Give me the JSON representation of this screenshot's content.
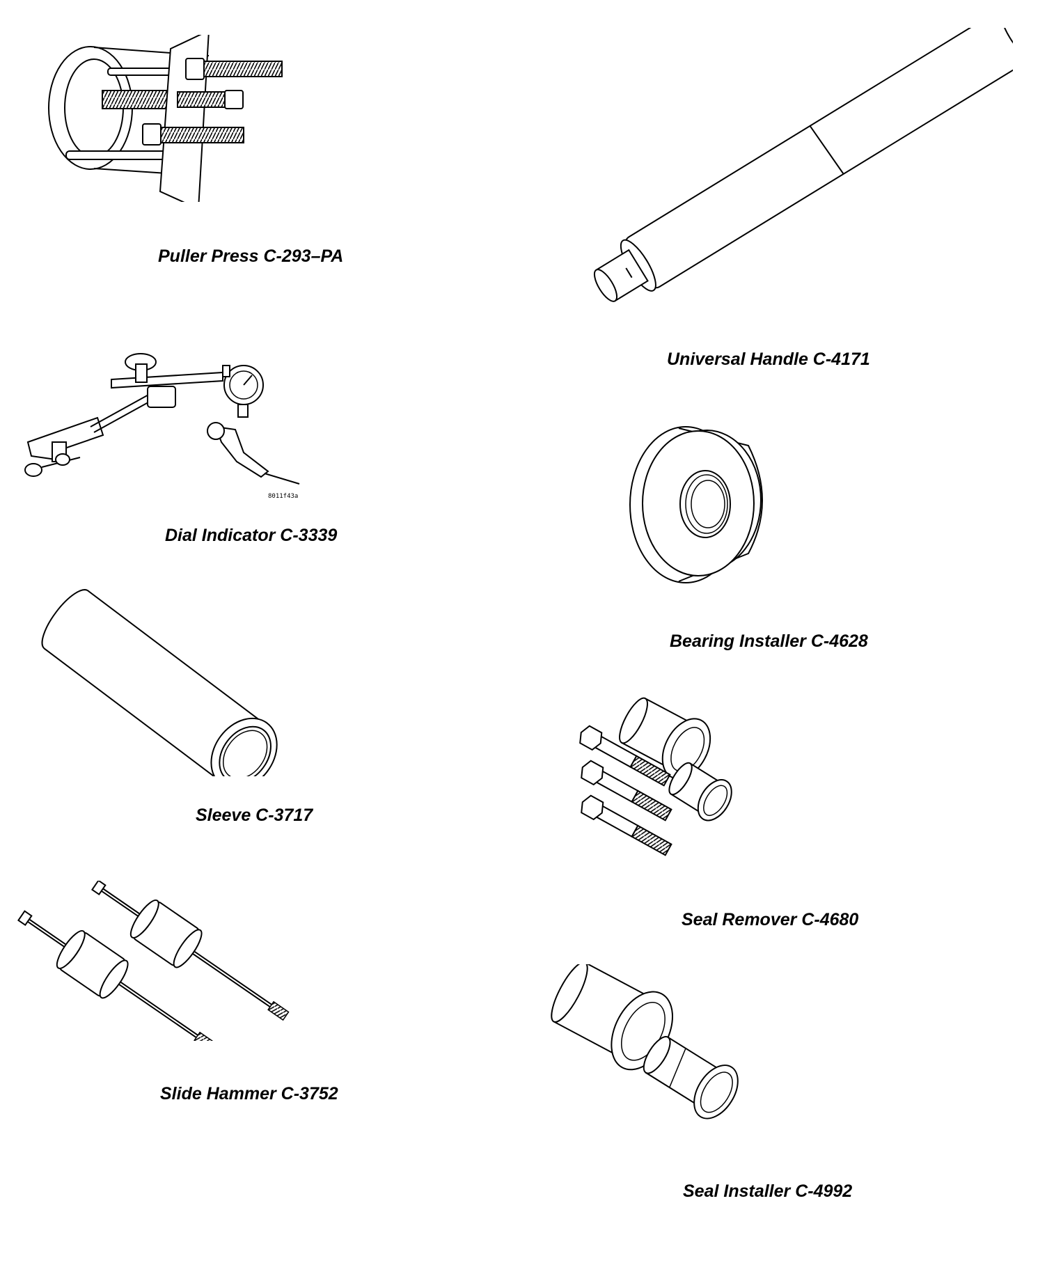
{
  "tools": {
    "puller_press": "Puller Press C-293–PA",
    "universal_handle": "Universal Handle C-4171",
    "dial_indicator": "Dial Indicator C-3339",
    "dial_indicator_ref": "8011f43a",
    "bearing_installer": "Bearing Installer C-4628",
    "sleeve": "Sleeve C-3717",
    "seal_remover": "Seal Remover C-4680",
    "slide_hammer": "Slide Hammer C-3752",
    "seal_installer": "Seal Installer C-4992"
  }
}
